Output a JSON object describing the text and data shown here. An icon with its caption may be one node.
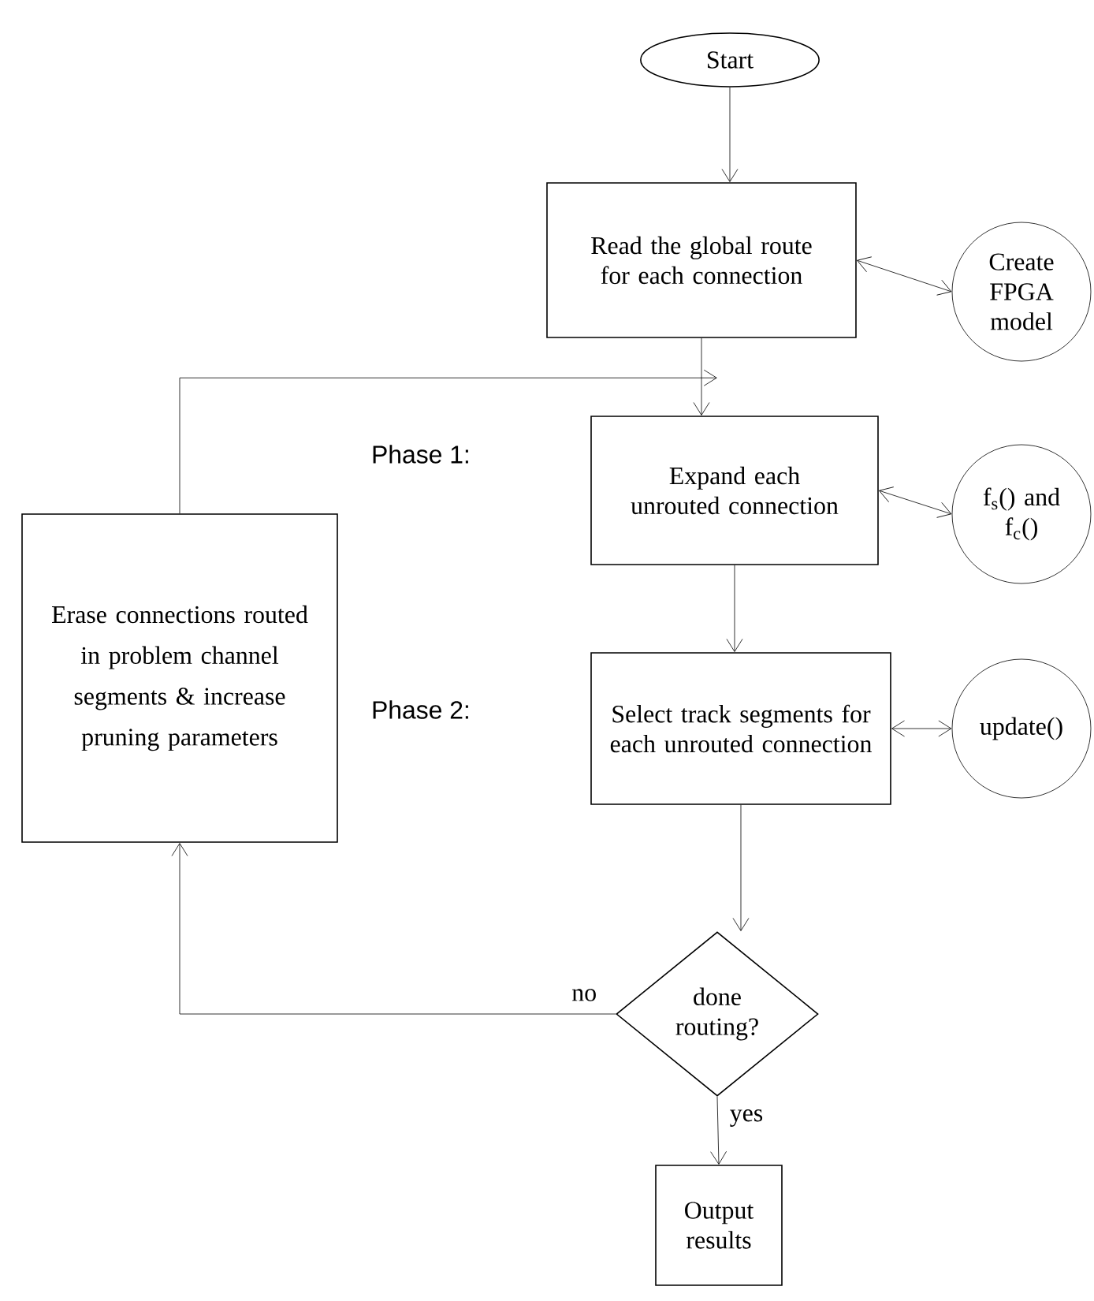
{
  "diagram": {
    "nodes": [
      {
        "text": [
          "Start"
        ]
      },
      {
        "text": [
          "Read the global route for each connection"
        ]
      },
      {
        "text": [
          "Create FPGA model"
        ]
      },
      {
        "text": [
          "Expand each unrouted connection"
        ]
      },
      {
        "text": [
          "f$_{s}$() and f$_{c}$()"
        ]
      },
      {
        "text": [
          "Select track segments for each unrouted connection"
        ]
      },
      {
        "text": [
          "update()"
        ]
      },
      {
        "text": [
          "Erase connections routed in problem channel segments & increase pruning parameters"
        ]
      },
      {
        "text": [
          "done routing?"
        ]
      },
      {
        "text": [
          "Output results"
        ]
      }
    ],
    "edges": [
      {
        "from": 0,
        "to": 1,
        "arrow": "to"
      },
      {
        "from": 1,
        "to": 2,
        "arrow": "both"
      },
      {
        "from": 1,
        "to": 3,
        "arrow": "to"
      },
      {
        "from": 3,
        "to": 4,
        "arrow": "both"
      },
      {
        "from": 3,
        "to": 5,
        "arrow": "to"
      },
      {
        "from": 5,
        "to": 6,
        "arrow": "both"
      },
      {
        "from": 5,
        "to": 8,
        "arrow": "to"
      },
      {
        "from": 8,
        "to": 7,
        "arrow": "to",
        "label": "no"
      },
      {
        "from": 7,
        "to": 3,
        "arrow": "to"
      },
      {
        "from": 8,
        "to": 9,
        "arrow": "to",
        "label": "yes"
      }
    ],
    "labels": [
      "Phase 1:",
      "Phase 2:"
    ]
  }
}
